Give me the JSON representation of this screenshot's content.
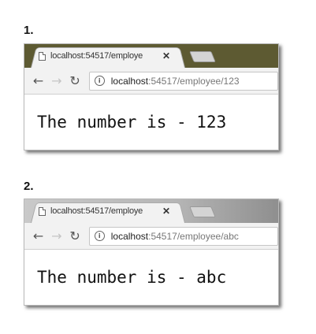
{
  "steps": [
    {
      "label": "1.",
      "tab_title": "localhost:54517/employe",
      "url_host": "localhost",
      "url_rest": ":54517/employee/123",
      "page_text": "The number is - 123"
    },
    {
      "label": "2.",
      "tab_title": "localhost:54517/employe",
      "url_host": "localhost",
      "url_rest": ":54517/employee/abc",
      "page_text": "The number is - abc"
    }
  ],
  "icons": {
    "back": "←",
    "forward": "→",
    "reload": "↻",
    "close": "✕",
    "info": "i"
  },
  "colors": {
    "tabstrip_first": "#5d5a32",
    "tabstrip_second": "#b3b3b3",
    "toolbar": "#f2f2f2"
  }
}
